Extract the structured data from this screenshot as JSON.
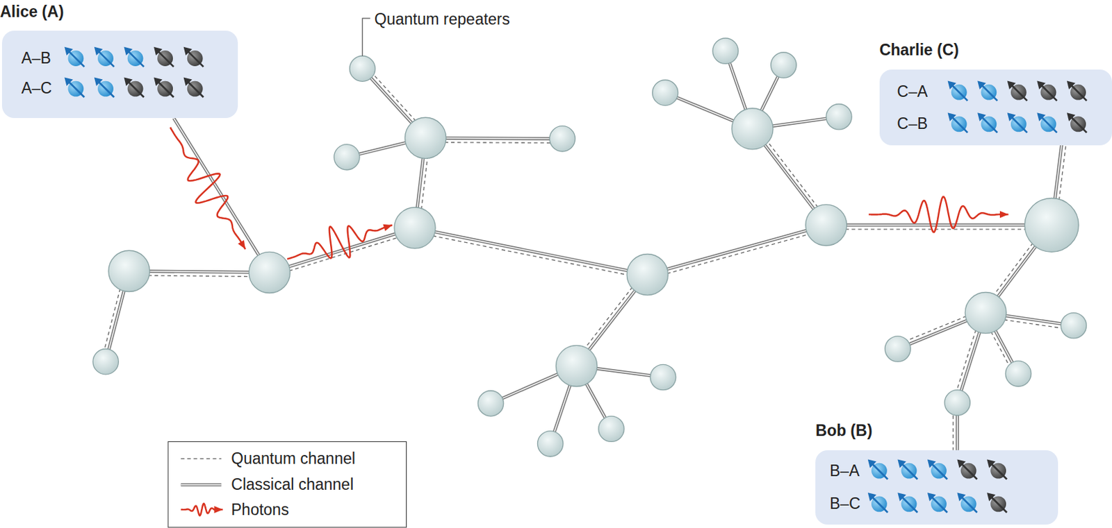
{
  "diagram": {
    "nodes": [
      {
        "text": [
          "Alice (A)",
          "A–B",
          "A–C"
        ]
      },
      {
        "text": [
          "Charlie (C)",
          "C–A",
          "C–B"
        ]
      },
      {
        "text": [
          "Bob (B)",
          "B–A",
          "B–C"
        ]
      }
    ],
    "labels": [
      "Quantum repeaters"
    ],
    "legend": [
      {
        "text": "Quantum channel"
      },
      {
        "text": "Classical channel"
      },
      {
        "text": "Photons"
      }
    ]
  }
}
